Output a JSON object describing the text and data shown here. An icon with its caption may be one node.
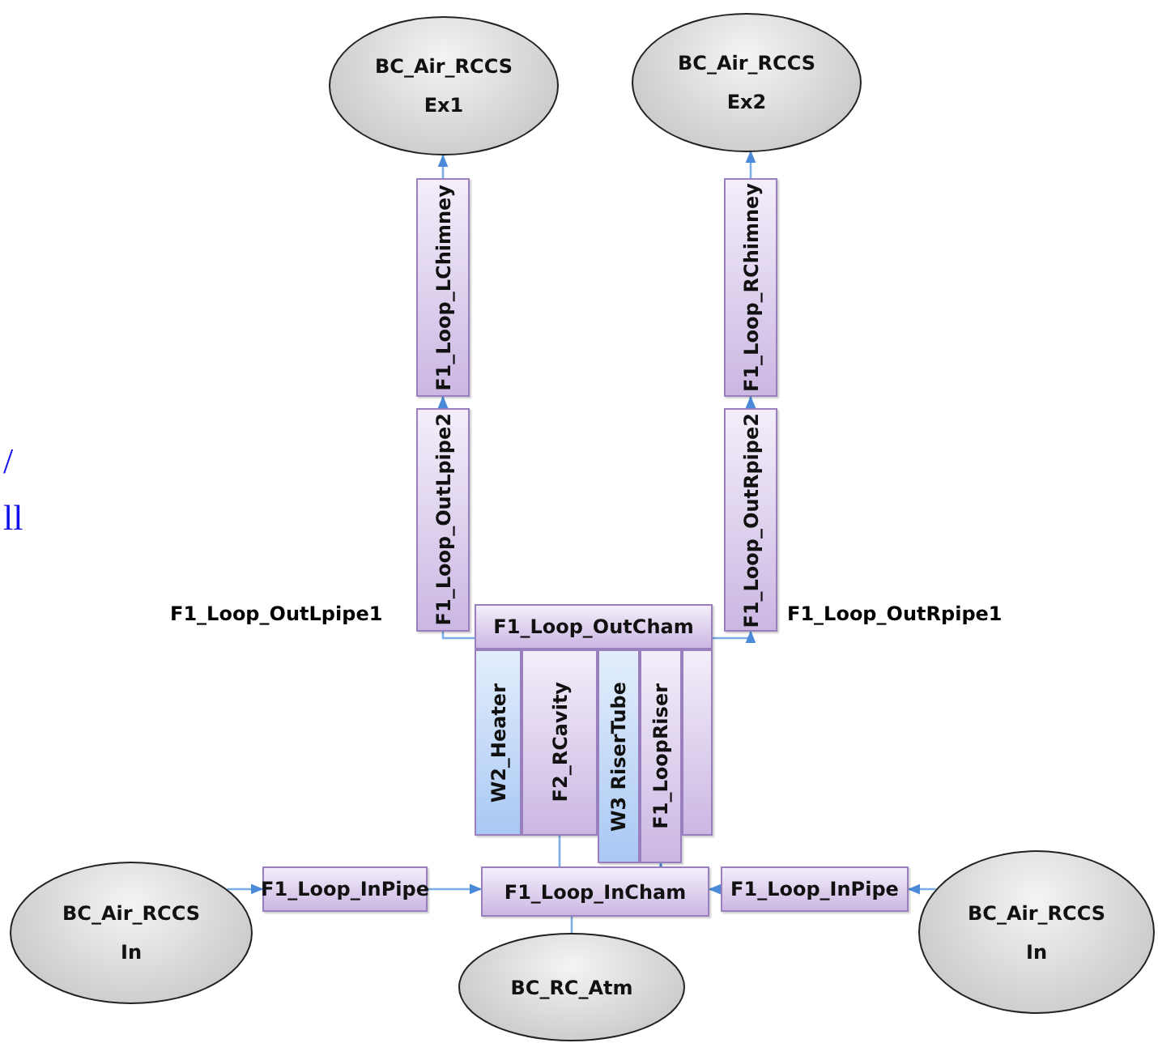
{
  "diagram": {
    "nodes": [
      {
        "text": [
          "BC_Air_RCCS",
          "Ex1"
        ]
      },
      {
        "text": [
          "BC_Air_RCCS",
          "Ex2"
        ]
      },
      {
        "text": [
          "F1_Loop_LChimney"
        ]
      },
      {
        "text": [
          "F1_Loop_RChimney"
        ]
      },
      {
        "text": [
          "F1_Loop_OutLpipe2"
        ]
      },
      {
        "text": [
          "F1_Loop_OutRpipe2"
        ]
      },
      {
        "text": [
          "F1_Loop_OutCham"
        ]
      },
      {
        "text": [
          "W2_Heater"
        ]
      },
      {
        "text": [
          "F2_RCavity"
        ]
      },
      {
        "text": [
          "W3 RiserTube"
        ]
      },
      {
        "text": [
          "F1_LoopRiser"
        ]
      },
      {
        "text": [],
        "shape": "box"
      },
      {
        "text": [
          "BC_Air_RCCS",
          "In"
        ]
      },
      {
        "text": [
          "F1_Loop_InPipe"
        ]
      },
      {
        "text": [
          "F1_Loop_InCham"
        ]
      },
      {
        "text": [
          "F1_Loop_InPipe"
        ]
      },
      {
        "text": [
          "BC_Air_RCCS",
          "In"
        ]
      },
      {
        "text": [
          "BC_RC_Atm"
        ]
      }
    ],
    "edges": [
      {
        "from": 2,
        "to": 0,
        "arrow": "to"
      },
      {
        "from": 3,
        "to": 1,
        "arrow": "to"
      },
      {
        "from": 4,
        "to": 2,
        "arrow": "to"
      },
      {
        "from": 5,
        "to": 3,
        "arrow": "to"
      },
      {
        "from": 6,
        "to": 4,
        "arrow": "none",
        "label": "F1_Loop_OutLpipe1"
      },
      {
        "from": 6,
        "to": 5,
        "arrow": "to",
        "label": "F1_Loop_OutRpipe1"
      },
      {
        "from": 14,
        "to": 10,
        "arrow": "to"
      },
      {
        "from": 12,
        "to": 13,
        "arrow": "to"
      },
      {
        "from": 13,
        "to": 14,
        "arrow": "to"
      },
      {
        "from": 16,
        "to": 15,
        "arrow": "to"
      },
      {
        "from": 15,
        "to": 14,
        "arrow": "to"
      },
      {
        "from": 14,
        "to": 17,
        "arrow": "none"
      },
      {
        "from": 8,
        "to": 14,
        "arrow": "none"
      }
    ],
    "labels": [
      "/",
      "ll"
    ]
  }
}
